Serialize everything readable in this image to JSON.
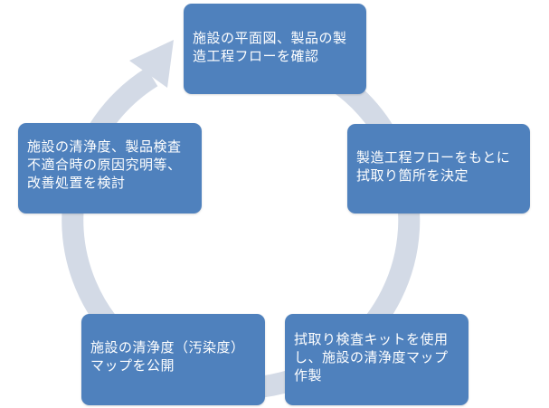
{
  "steps": [
    {
      "label": "施設の平面図、製品の製造工程フローを確認"
    },
    {
      "label": "製造工程フローをもとに拭取り箇所を決定"
    },
    {
      "label": "拭取り検査キットを使用し、施設の清浄度マップ作製"
    },
    {
      "label": "施設の清浄度（汚染度）マップを公開"
    },
    {
      "label": "施設の清浄度、製品検査不適合時の原因究明等、改善処置を検討"
    }
  ],
  "colors": {
    "box_fill": "#4f81bd",
    "box_text": "#ffffff",
    "cycle_arrow": "#d3dae6"
  }
}
